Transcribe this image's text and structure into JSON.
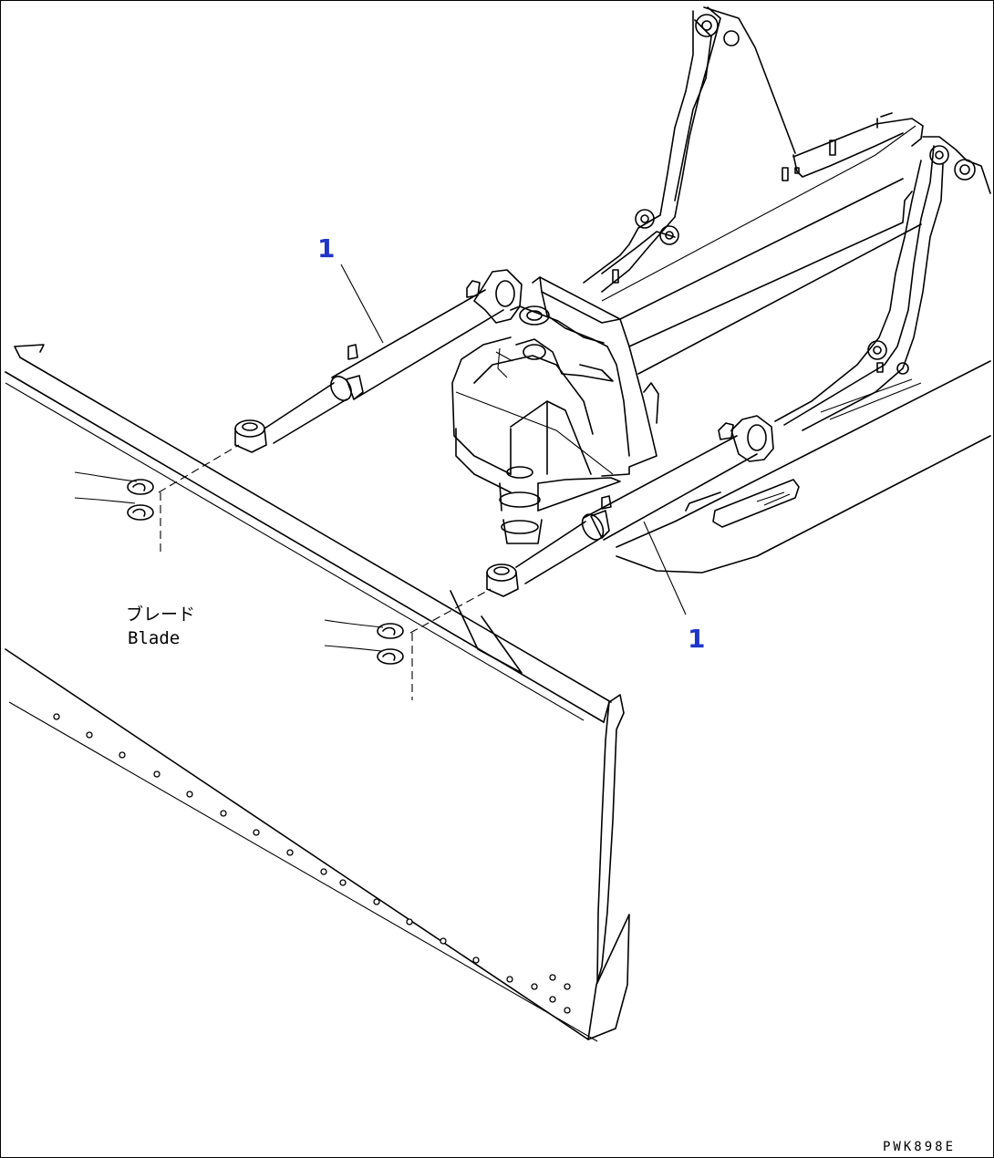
{
  "diagram": {
    "callouts": [
      {
        "id": "cylinder-left",
        "text": "1"
      },
      {
        "id": "cylinder-right",
        "text": "1"
      }
    ],
    "part_label_jp": "ブレード",
    "part_label_en": "Blade",
    "drawing_code": "PWK898E",
    "colors": {
      "line": "#000000",
      "callout": "#1f35c8",
      "background": "#ffffff"
    }
  }
}
